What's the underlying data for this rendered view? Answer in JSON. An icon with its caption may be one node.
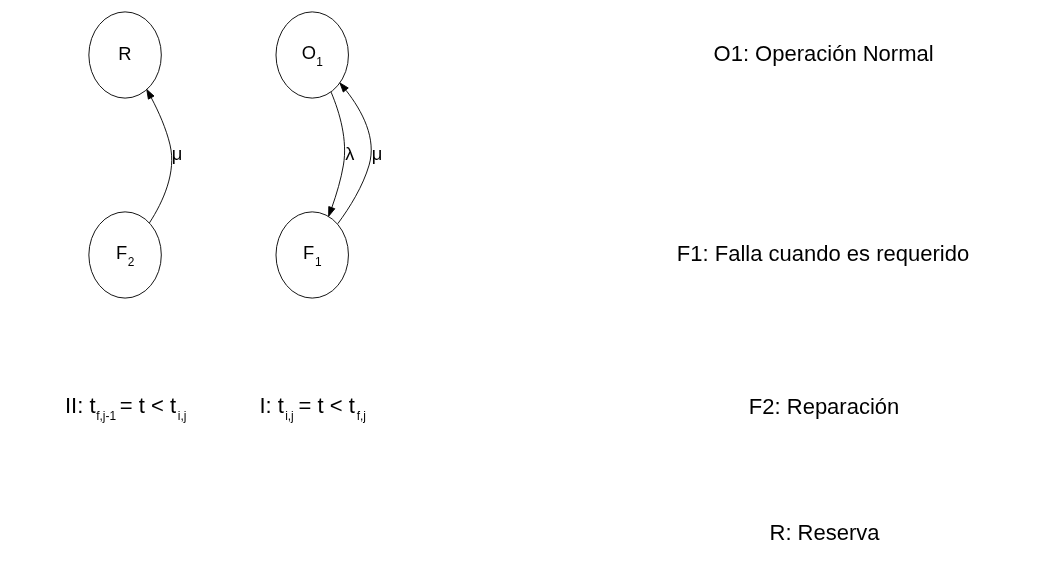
{
  "diagram": {
    "nodes": [
      {
        "text": [
          "R"
        ]
      },
      {
        "text": [
          "O$_{1}$"
        ]
      },
      {
        "text": [
          "F$_{2}$"
        ]
      },
      {
        "text": [
          "F$_{1}$"
        ]
      }
    ],
    "edges": [
      {
        "from": 2,
        "to": 0,
        "arrow": "to",
        "label": "μ"
      },
      {
        "from": 1,
        "to": 3,
        "arrow": "to",
        "label": "λ"
      },
      {
        "from": 3,
        "to": 1,
        "arrow": "to",
        "label": "μ"
      }
    ],
    "labels": [
      "II: t$_{f,j-1}$ = t < t$_{i,j}$",
      "I: t$_{i,j}$ = t < t$_{f,j}$",
      "O1: Operación Normal",
      "F1: Falla cuando es requerido",
      "F2: Reparación",
      "R: Reserva"
    ]
  }
}
